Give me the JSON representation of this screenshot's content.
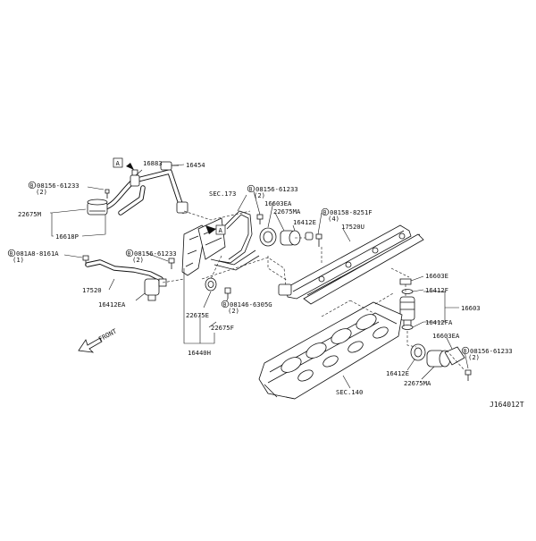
{
  "diagram_id": "J164012T",
  "callouts": {
    "a_ref": "A",
    "bolt_badge": "B",
    "p16883": "16883",
    "p16454": "16454",
    "b08156_top": "08156-61233",
    "b08156_top_qty": "(2)",
    "p22675m": "22675M",
    "p16618p": "16618P",
    "b081a8": "081A8-8161A",
    "b081a8_qty": "(1)",
    "b08156_mid": "08156-61233",
    "b08156_mid_qty": "(2)",
    "p17520": "17520",
    "p16412ea": "16412EA",
    "sec173": "SEC.173",
    "b08156_ctr": "08156-61233",
    "b08156_ctr_qty": "(2)",
    "p16603ea_top": "16603EA",
    "p22675ma_top": "22675MA",
    "p16412e_top": "16412E",
    "b08158": "08158-8251F",
    "b08158_qty": "(4)",
    "p17520u": "17520U",
    "p16603e": "16603E",
    "p16412f": "16412F",
    "p16603": "16603",
    "p16412fa": "16412FA",
    "p22675e": "22675E",
    "b08146": "08146-6305G",
    "b08146_qty": "(2)",
    "p22675f": "22675F",
    "p16440h": "16440H",
    "p16603ea_bot": "16603EA",
    "b08156_bot": "08156-61233",
    "b08156_bot_qty": "(2)",
    "p16412e_bot": "16412E",
    "p22675ma_bot": "22675MA",
    "sec140": "SEC.140",
    "front": "FRONT"
  },
  "icons": [
    "arrow-a-icon",
    "front-arrow-icon",
    "bolt-badge-icon"
  ]
}
